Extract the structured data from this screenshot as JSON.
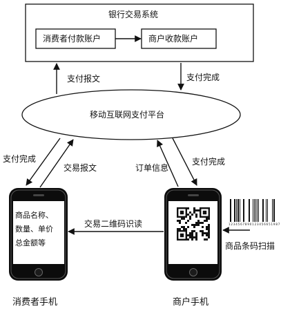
{
  "bank_system": {
    "title": "银行交易系统",
    "consumer_account": "消费者付款账户",
    "merchant_account": "商户收款账户"
  },
  "platform": {
    "label": "移动互联网支付平台"
  },
  "flows": {
    "payment_message": "支付报文",
    "payment_complete_top": "支付完成",
    "payment_complete_left": "支付完成",
    "transaction_message": "交易报文",
    "order_info": "订单信息",
    "payment_complete_right": "支付完成",
    "qr_scan": "交易二维码识读",
    "barcode_scan": "商品条码扫描"
  },
  "consumer_phone": {
    "screen_lines": [
      "商品名称、",
      "数量、单价",
      "总金额等"
    ],
    "caption": "消费者手机"
  },
  "merchant_phone": {
    "caption": "商户手机"
  },
  "barcode": {
    "digits": "1 2 3 4 5 6 7 8 9 0 1 2 3 4 5 6 6 5 1 9 8 7"
  }
}
